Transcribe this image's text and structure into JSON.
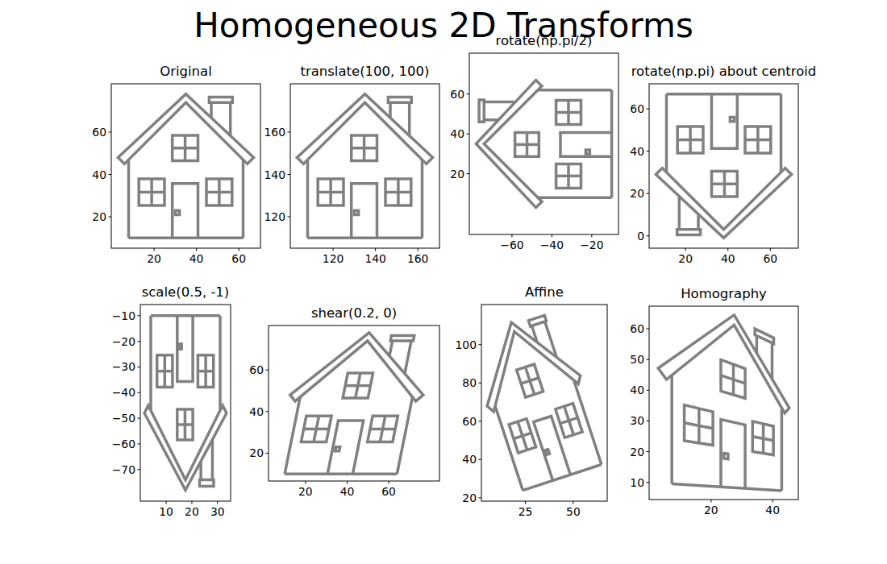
{
  "diagram": {
    "title": "Homogeneous 2D Transforms",
    "labels": [
      "Original",
      "20",
      "40",
      "60",
      "20",
      "40",
      "60",
      "translate(100, 100)",
      "120",
      "140",
      "160",
      "120",
      "140",
      "160",
      "rotate(np.pi/2)",
      "−60",
      "−40",
      "−20",
      "20",
      "40",
      "60",
      "rotate(np.pi) about centroid",
      "20",
      "40",
      "60",
      "0",
      "20",
      "40",
      "60",
      "scale(0.5, -1)",
      "10",
      "20",
      "30",
      "−10",
      "−20",
      "−30",
      "−40",
      "−50",
      "−60",
      "−70",
      "shear(0.2, 0)",
      "20",
      "40",
      "60",
      "20",
      "40",
      "60",
      "Affine",
      "25",
      "50",
      "20",
      "40",
      "60",
      "80",
      "100",
      "Homography",
      "20",
      "40",
      "10",
      "20",
      "30",
      "40",
      "50",
      "60"
    ]
  }
}
